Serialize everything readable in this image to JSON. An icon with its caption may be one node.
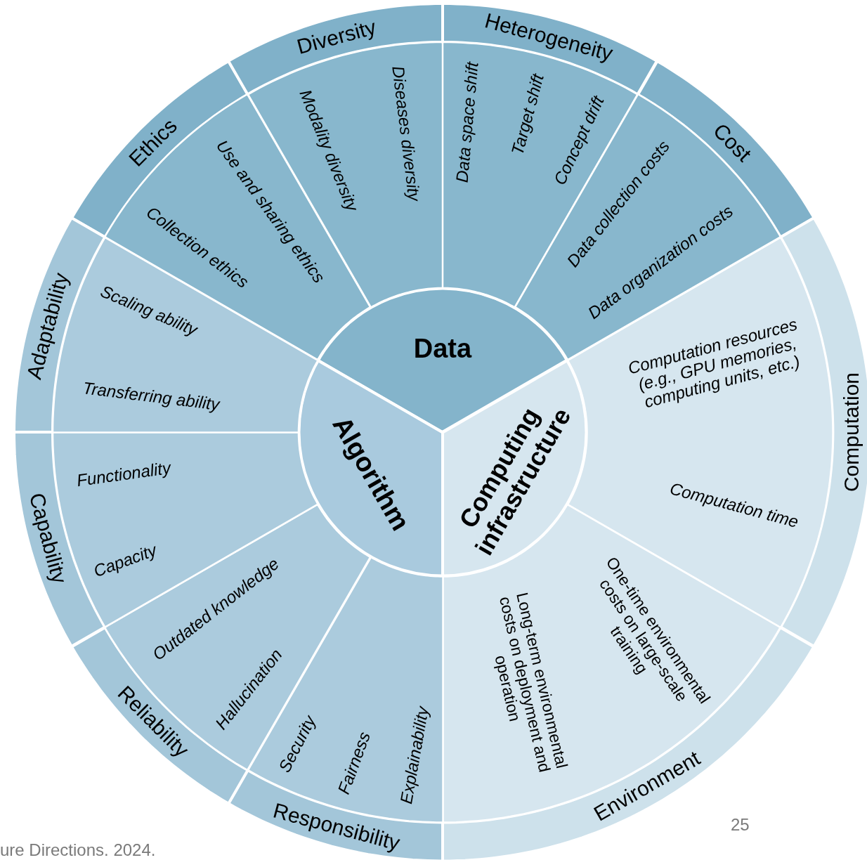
{
  "diagram": {
    "nodes": [
      {
        "text": [
          "Data"
        ]
      },
      {
        "text": [
          "Algorithm"
        ]
      },
      {
        "text": [
          "Computing infrastructure"
        ]
      },
      {
        "text": [
          "Ethics"
        ]
      },
      {
        "text": [
          "Collection ethics",
          "Use and sharing ethics"
        ]
      },
      {
        "text": [
          "Diversity"
        ]
      },
      {
        "text": [
          "Modality diversity",
          "Diseases diversity"
        ]
      },
      {
        "text": [
          "Heterogeneity"
        ]
      },
      {
        "text": [
          "Data space shift",
          "Target shift",
          "Concept drift"
        ]
      },
      {
        "text": [
          "Cost"
        ]
      },
      {
        "text": [
          "Data collection costs",
          "Data organization costs"
        ]
      },
      {
        "text": [
          "Computation"
        ]
      },
      {
        "text": [
          "Computation resources (e.g., GPU memories, computing units, etc.)",
          "Computation time"
        ]
      },
      {
        "text": [
          "Environment"
        ]
      },
      {
        "text": [
          "One-time environmental costs on large-scale training",
          "Long-term environmental costs on deployment and operation"
        ]
      },
      {
        "text": [
          "Responsibility"
        ]
      },
      {
        "text": [
          "Explainability",
          "Fairness",
          "Security"
        ]
      },
      {
        "text": [
          "Reliability"
        ]
      },
      {
        "text": [
          "Hallucination",
          "Outdated knowledge"
        ]
      },
      {
        "text": [
          "Capability"
        ]
      },
      {
        "text": [
          "Capacity",
          "Functionality"
        ]
      },
      {
        "text": [
          "Adaptability"
        ]
      },
      {
        "text": [
          "Transferring ability",
          "Scaling ability"
        ]
      }
    ],
    "labels": [
      "25",
      "ure Directions. 2024."
    ]
  }
}
